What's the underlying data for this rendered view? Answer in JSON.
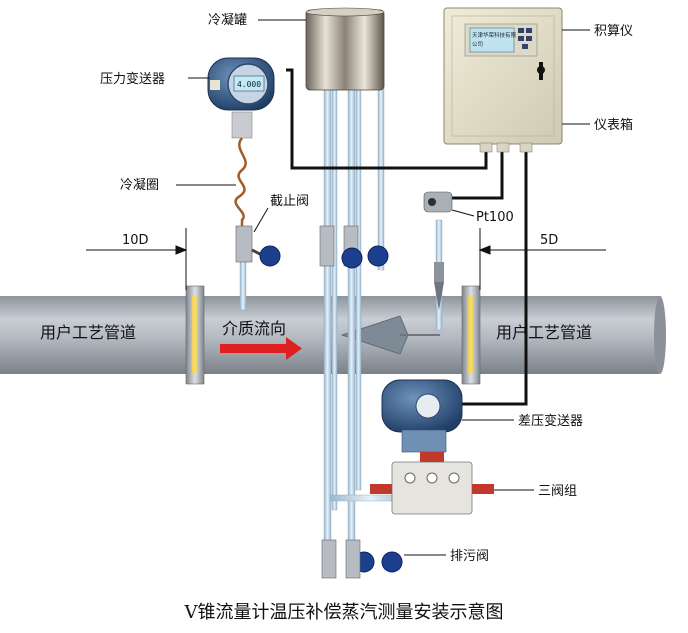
{
  "title": "V锥流量计温压补偿蒸汽测量安装示意图",
  "labels": {
    "condensing_tank": "冷凝罐",
    "integrator": "积算仪",
    "pressure_transmitter": "压力变送器",
    "instrument_box": "仪表箱",
    "condensing_coil": "冷凝圈",
    "stop_valve": "截止阀",
    "pt100": "Pt100",
    "dim_upstream": "10D",
    "dim_downstream": "5D",
    "pipe_left": "用户工艺管道",
    "pipe_right": "用户工艺管道",
    "medium_flow": "介质流向",
    "dp_transmitter": "差压变送器",
    "three_valve": "三阀组",
    "drain_valve": "排污阀"
  },
  "displays": {
    "pressure_readout": "4.000",
    "integrator_lcd_line1": "天津华荣科技有限",
    "integrator_lcd_line2": "公司"
  },
  "colors": {
    "pipe": "#a9afb7",
    "flow_arrow": "#e02020",
    "transmitter_blue": "#3a5f8a",
    "valve_handle": "#1d3f8f",
    "box": "#e3dfc8"
  }
}
